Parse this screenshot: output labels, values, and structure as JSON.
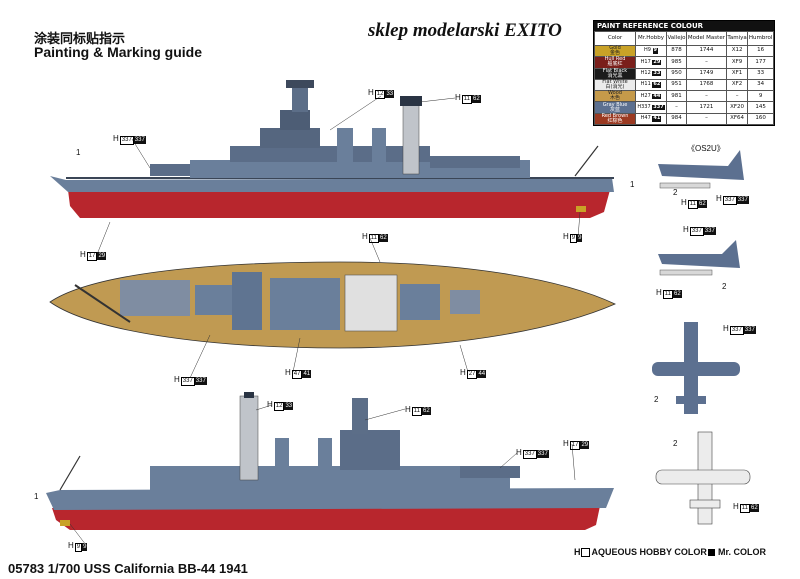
{
  "header": {
    "title_cn": "涂装同标贴指示",
    "title_en": "Painting & Marking guide",
    "shop": "sklep modelarski EXITO"
  },
  "paint_table": {
    "title": "PAINT  REFERENCE COLOUR",
    "columns": [
      "Color",
      "Mr.Hobby",
      "Vallejo",
      "Model Master",
      "Tamiya",
      "Humbrol"
    ],
    "rows": [
      {
        "name": "Gold",
        "name_cn": "金色",
        "swatch": "#c9a227",
        "hobby_h": "9",
        "hobby_c": "9",
        "vallejo": "878",
        "mm": "1744",
        "tamiya": "X12",
        "humbrol": "16"
      },
      {
        "name": "Hull Red",
        "name_cn": "船底红",
        "swatch": "#7a1f1b",
        "hobby_h": "17",
        "hobby_c": "29",
        "vallejo": "985",
        "mm": "–",
        "tamiya": "XF9",
        "humbrol": "177"
      },
      {
        "name": "Flat Black",
        "name_cn": "消光黑",
        "swatch": "#1b1b1b",
        "hobby_h": "12",
        "hobby_c": "33",
        "vallejo": "950",
        "mm": "1749",
        "tamiya": "XF1",
        "humbrol": "33"
      },
      {
        "name": "Flat White",
        "name_cn": "白(消光)",
        "swatch": "#ececec",
        "hobby_h": "11",
        "hobby_c": "62",
        "vallejo": "951",
        "mm": "1768",
        "tamiya": "XF2",
        "humbrol": "34"
      },
      {
        "name": "Wood",
        "name_cn": "木色",
        "swatch": "#c59a4a",
        "hobby_h": "27",
        "hobby_c": "44",
        "vallejo": "981",
        "mm": "–",
        "tamiya": "–",
        "humbrol": "9"
      },
      {
        "name": "Gray Blue",
        "name_cn": "灰蓝",
        "swatch": "#5c7090",
        "hobby_h": "337",
        "hobby_c": "337",
        "vallejo": "–",
        "mm": "1721",
        "tamiya": "XF20",
        "humbrol": "145"
      },
      {
        "name": "Red Brown",
        "name_cn": "红棕色",
        "swatch": "#9b3a22",
        "hobby_h": "47",
        "hobby_c": "41",
        "vallejo": "984",
        "mm": "–",
        "tamiya": "XF64",
        "humbrol": "160"
      }
    ]
  },
  "aircraft_label": "《OS2U》",
  "callouts": {
    "h": "H",
    "c337": "337",
    "c33": "33",
    "c62": "62",
    "c29": "29",
    "c9": "9",
    "c41": "41",
    "c44": "44",
    "n12": "12",
    "n11": "11",
    "n17": "17",
    "n47": "47",
    "n27": "27",
    "n337": "337",
    "n9": "9"
  },
  "numbers": {
    "one": "1",
    "two": "2"
  },
  "legend": {
    "aqueous": "AQUEOUS HOBBY COLOR",
    "mr_color": "Mr. COLOR"
  },
  "footer": {
    "title": "05783 1/700 USS California BB-44 1941"
  },
  "colors": {
    "hull_gray": "#6a7f9b",
    "hull_red": "#b8262d",
    "deck_wood": "#c09a52",
    "dark": "#2a3444"
  }
}
